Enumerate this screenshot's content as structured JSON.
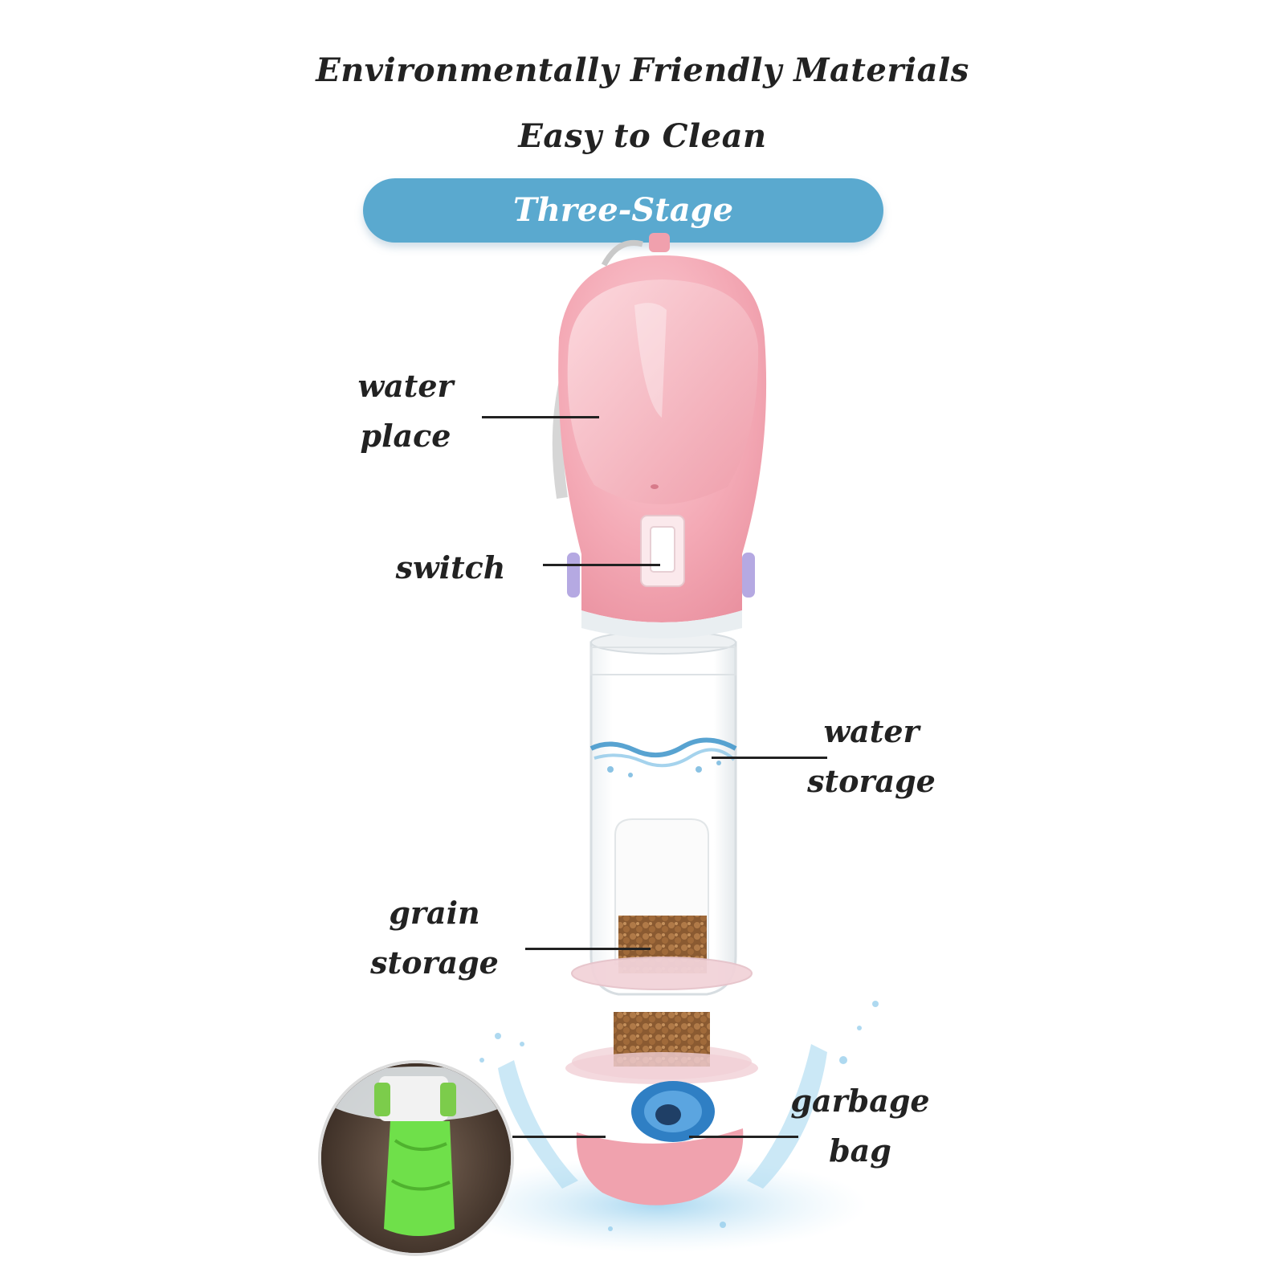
{
  "headlines": {
    "line1": "Environmentally Friendly Materials",
    "line2": "Easy to Clean"
  },
  "banner": {
    "text": "Three-Stage",
    "color": "#5aa9cf"
  },
  "callouts": {
    "water_place": [
      "water",
      "place"
    ],
    "switch": [
      "switch"
    ],
    "water_storage": [
      "water",
      "storage"
    ],
    "grain_storage": [
      "grain",
      "storage"
    ],
    "garbage_bag": [
      "garbage",
      "bag"
    ]
  },
  "colors": {
    "bottle_pink": "#f4aab6",
    "bag_roll_blue": "#2f7fc4",
    "bag_green": "#6fe04a",
    "kibble_brown": "#9a6a3e"
  },
  "icons": {
    "product": "pet-water-bottle-illustration",
    "inset": "garbage-bag-dispenser-photo"
  }
}
